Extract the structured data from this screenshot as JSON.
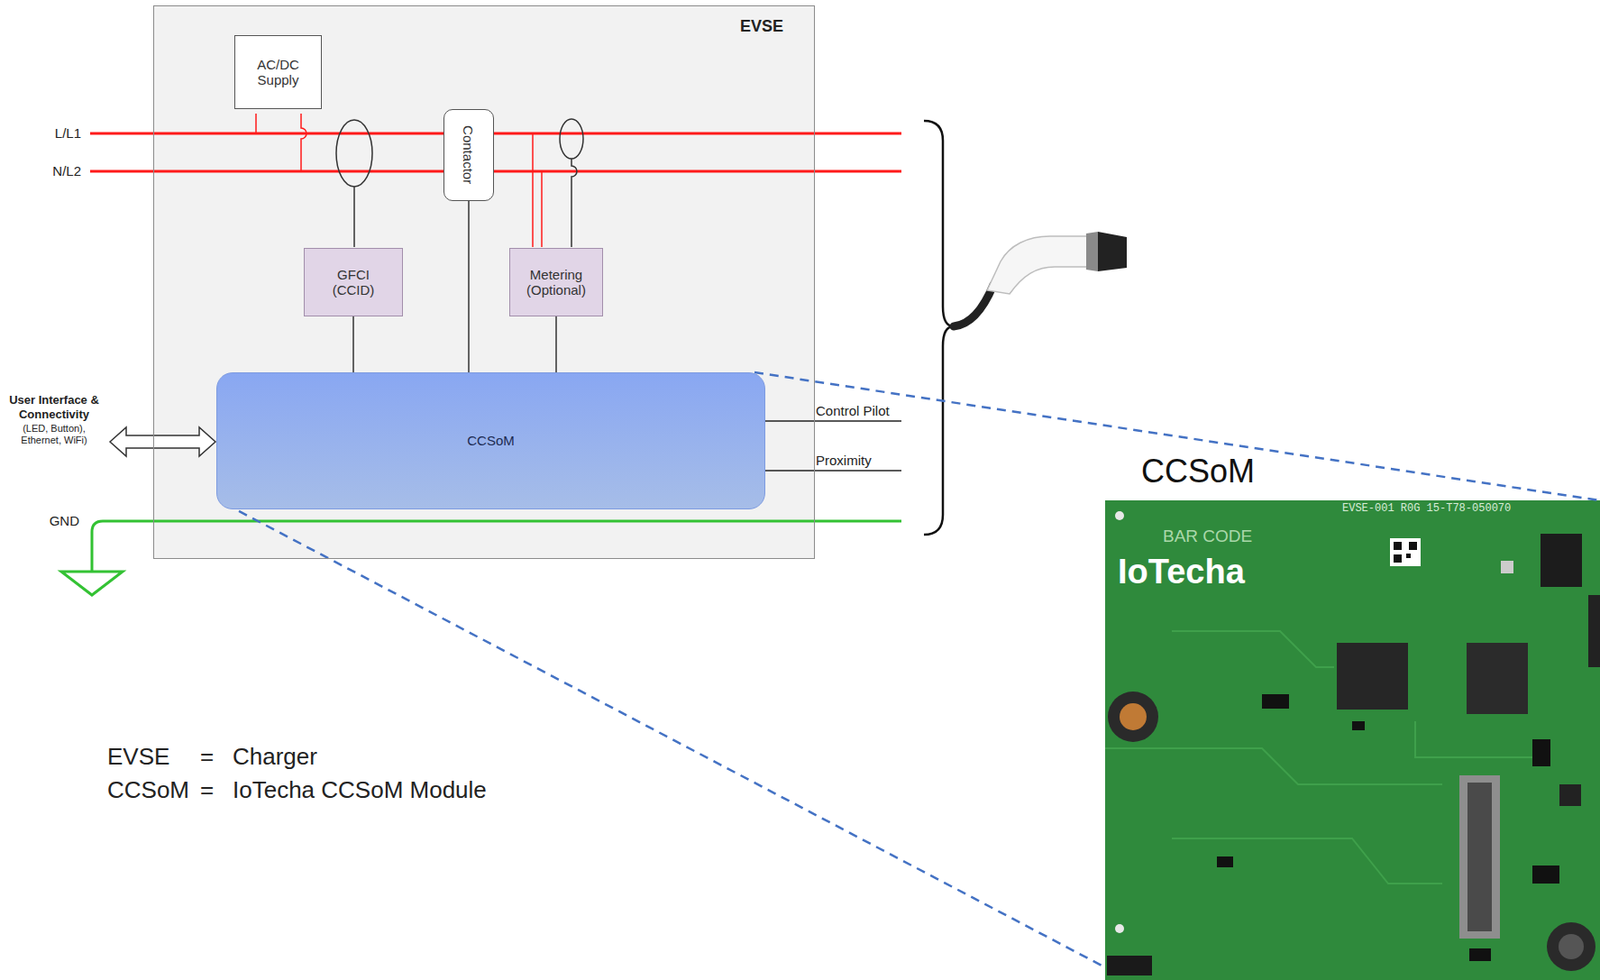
{
  "diagram": {
    "nodes": [
      {
        "text": [
          "EVSE"
        ]
      },
      {
        "text": [
          "AC/DC Supply"
        ],
        "in": 0
      },
      {
        "text": [
          "GFCI (CCID)"
        ],
        "in": 0
      },
      {
        "text": [
          "Contactor"
        ],
        "in": 0
      },
      {
        "text": [
          "Metering (Optional)"
        ],
        "in": 0
      },
      {
        "text": [
          "CCSoM"
        ],
        "in": 0
      },
      {
        "text": [
          "CCSoM"
        ]
      }
    ],
    "edges": [
      {
        "from": 2,
        "to": 5,
        "arrow": "none"
      },
      {
        "from": 3,
        "to": 5,
        "arrow": "none"
      },
      {
        "from": 4,
        "to": 5,
        "arrow": "none"
      },
      {
        "from": 5,
        "to": 6,
        "arrow": "none"
      }
    ],
    "labels": [
      "L/L1",
      "N/L2",
      "GND",
      "User Interface & Connectivity",
      "(LED, Button), Ethernet, WiFi)",
      "Control Pilot",
      "Proximity",
      "EVSE",
      "=",
      "Charger",
      "CCSoM",
      "=",
      "IoTecha CCSoM Module",
      "EVSE-001 R0G 15-T78-050070",
      "BAR CODE",
      "IoTecha"
    ]
  }
}
